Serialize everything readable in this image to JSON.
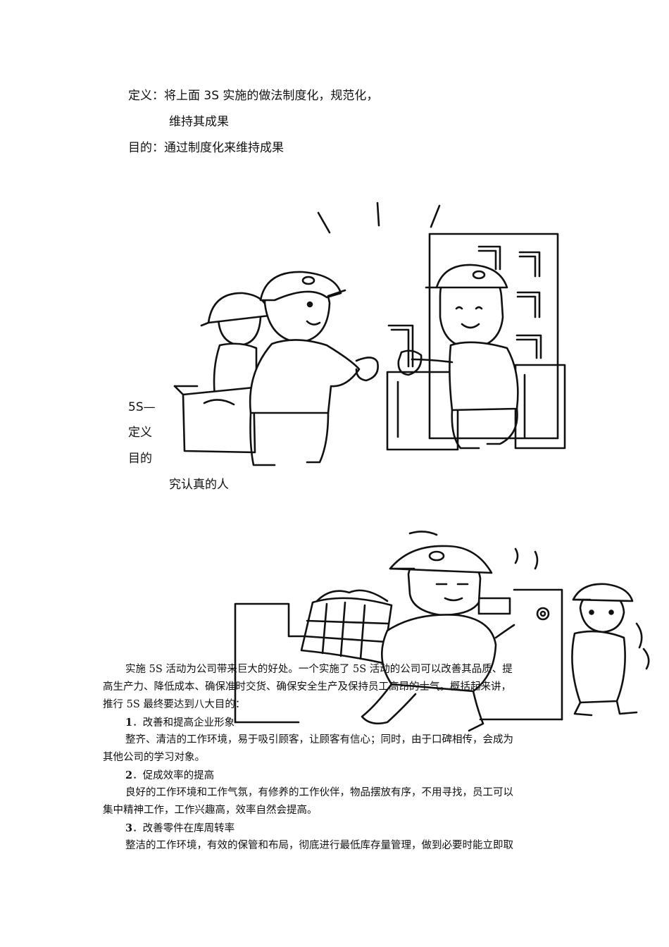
{
  "section_top": {
    "definition": "定义：将上面 3S 实施的做法制度化，规范化，",
    "definition_cont": "维持其成果",
    "purpose": "目的：通过制度化来维持成果"
  },
  "section_mid": {
    "heading_fragment": "5S—",
    "definition_fragment": "定义",
    "purpose_fragment": "目的",
    "continuation": "究认真的人"
  },
  "body": {
    "intro_line1": "实施 5S 活动为公司带来巨大的好处。一个实施了 5S 活动的公司可以改善其品质、提",
    "intro_line2": "高生产力、降低成本、确保准时交货、确保安全生产及保持员工高昂的士气。概括起来讲，",
    "intro_line3": "推行 5S 最终要达到八大目的：",
    "items": [
      {
        "number": "1",
        "title": "．改善和提高企业形象",
        "line1": "整齐、清洁的工作环境，易于吸引顾客，让顾客有信心；同时，由于口碑相传，会成为",
        "line2": "其他公司的学习对象。"
      },
      {
        "number": "2",
        "title": "．促成效率的提高",
        "line1": "良好的工作环境和工作气氛，有修养的工作伙伴，物品摆放有序，不用寻找，员工可以",
        "line2": "集中精神工作，工作兴趣高，效率自然会提高。"
      },
      {
        "number": "3",
        "title": "．改善零件在库周转率",
        "line1": "整洁的工作环境，有效的保管和布局，彻底进行最低库存量管理，做到必要时能立即取"
      }
    ]
  }
}
